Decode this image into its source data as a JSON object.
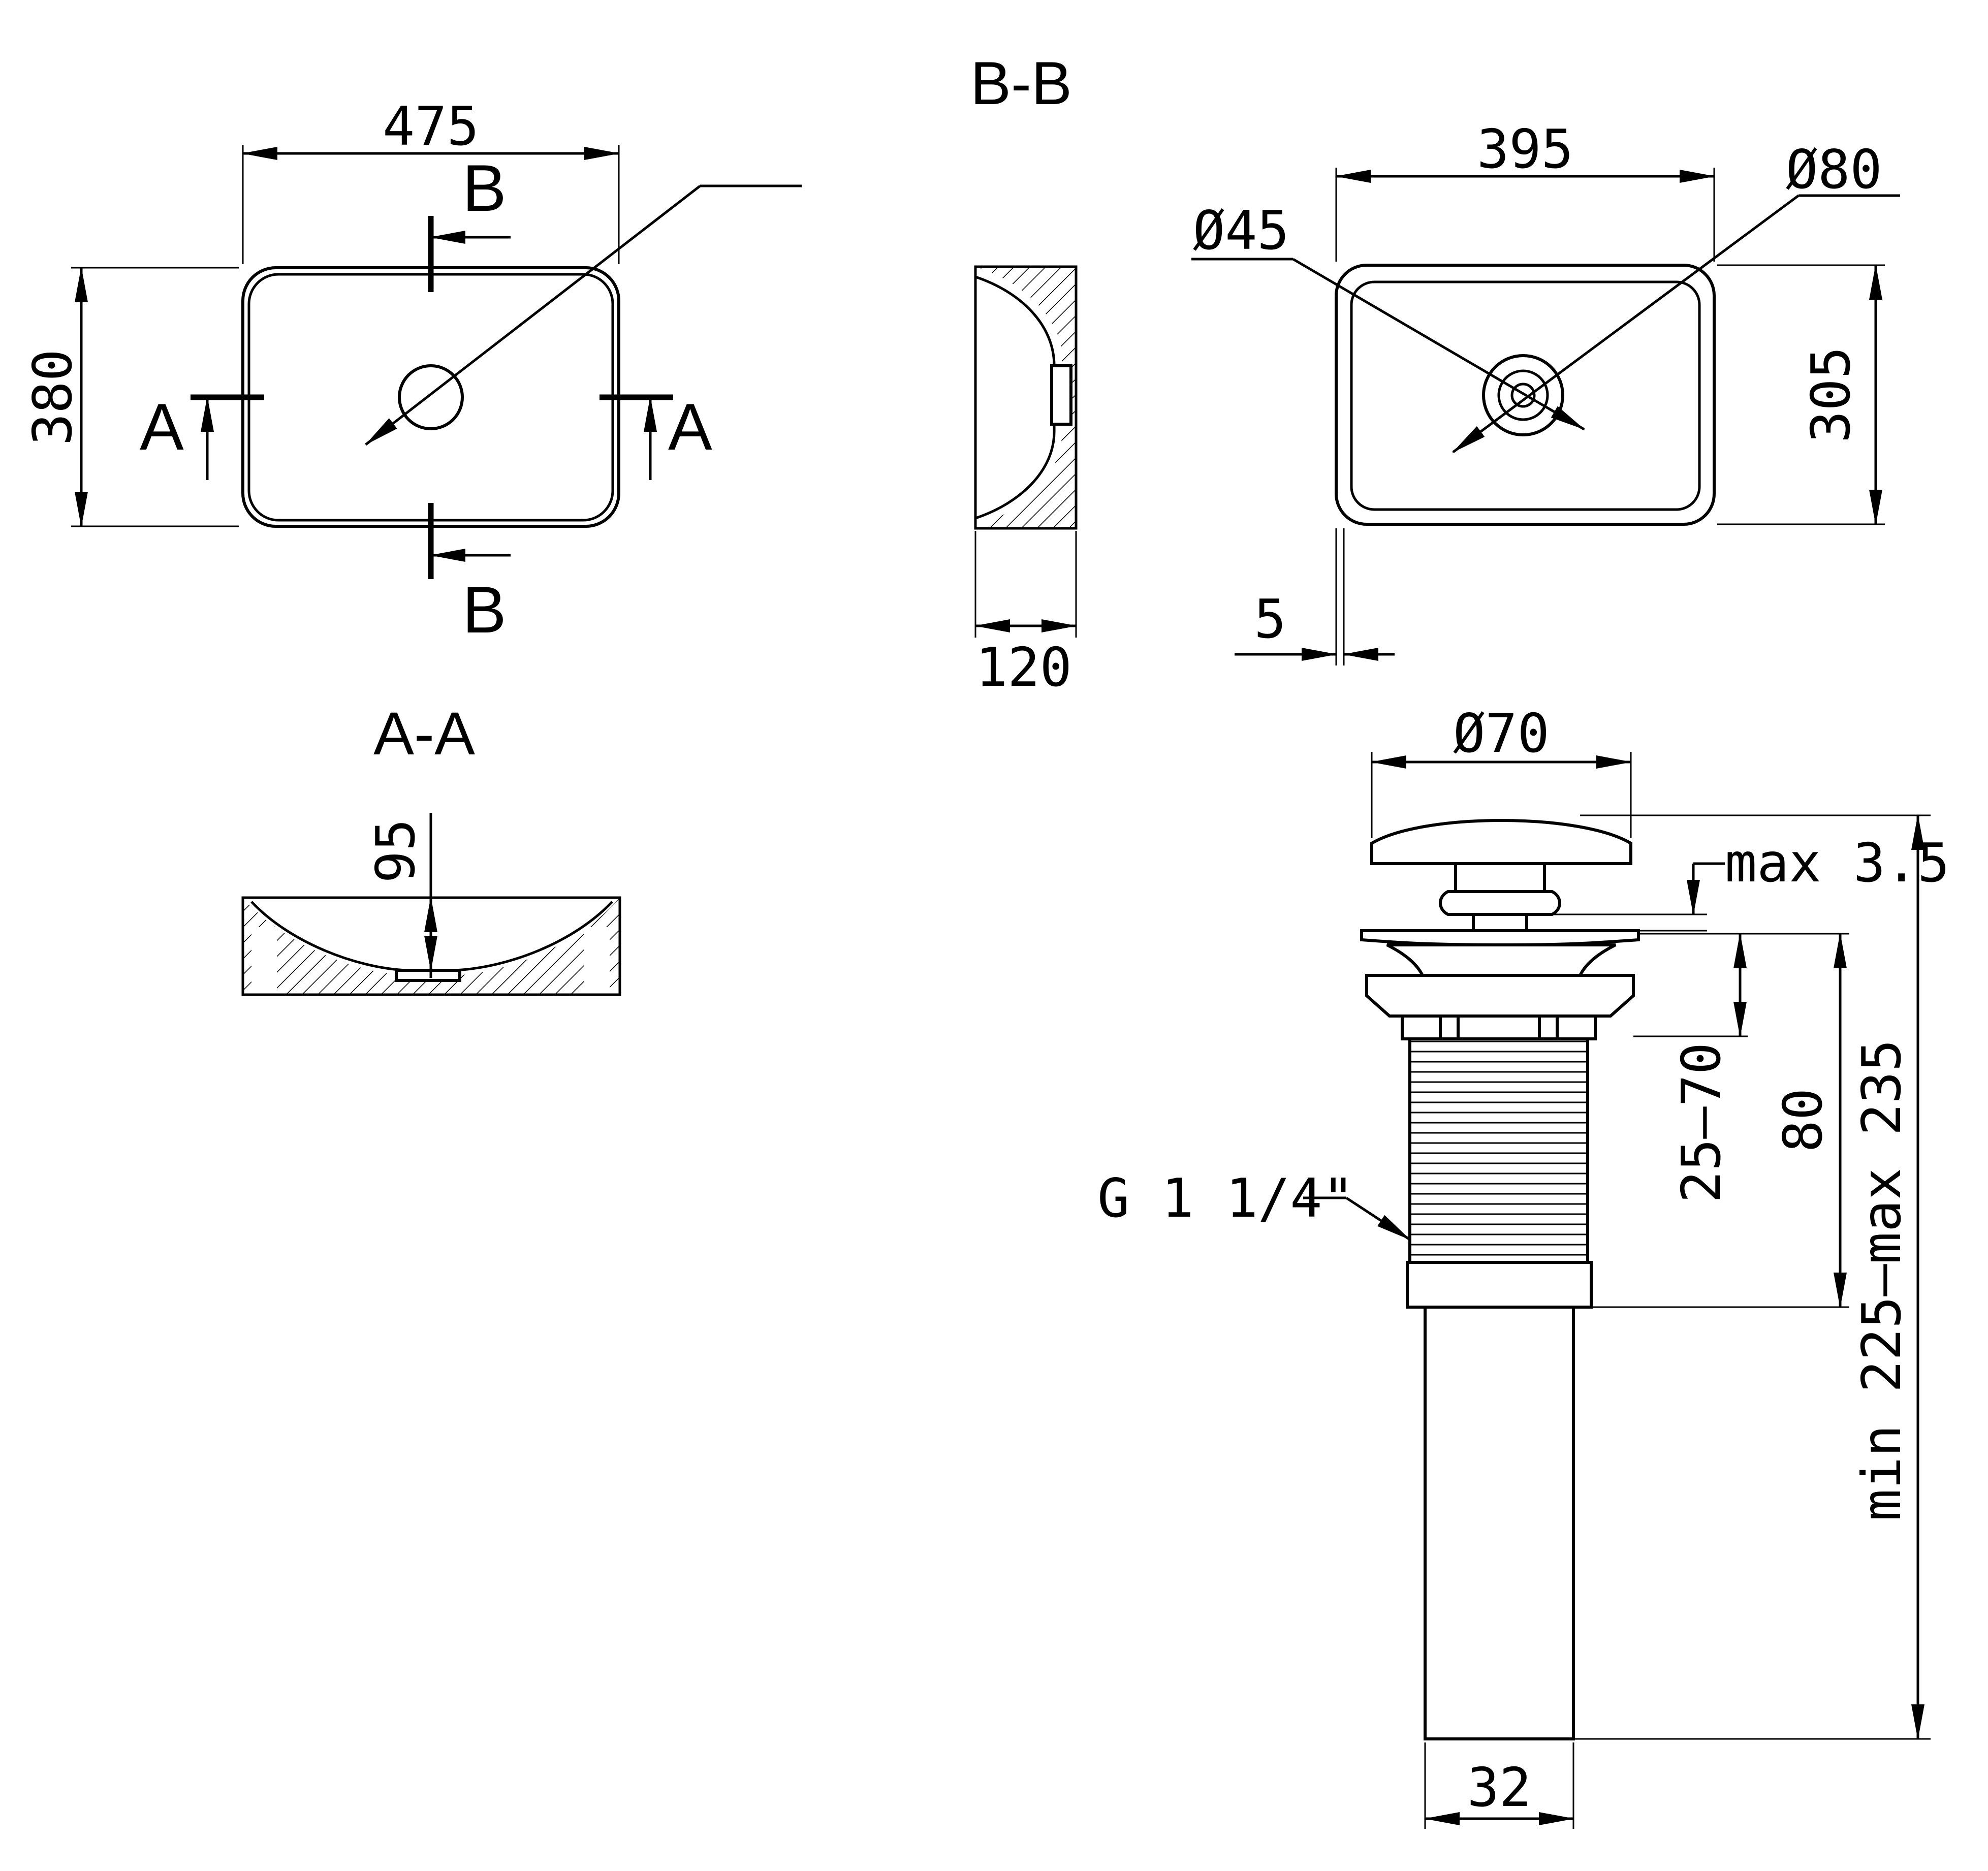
{
  "titles": {
    "section_bb": "B-B",
    "section_aa": "A-A"
  },
  "section_markers": {
    "a": "A",
    "b": "B"
  },
  "top_view": {
    "width": "475",
    "depth": "380"
  },
  "section_bb": {
    "height": "120"
  },
  "section_aa": {
    "inner_depth": "95"
  },
  "bottom_view": {
    "inner_width": "395",
    "inner_depth": "305",
    "drain_inner_diameter": "Ø45",
    "drain_outer_diameter": "Ø80",
    "wall_thickness": "5"
  },
  "drain": {
    "cap_diameter": "Ø70",
    "cap_gap": "max 3.5",
    "clamp_range": "25–70",
    "thread_length": "80",
    "thread_label": "G 1 1/4\"",
    "total_length": "min 225–max 235",
    "pipe_diameter": "32"
  },
  "colors": {
    "line": "#000000",
    "background": "#ffffff"
  }
}
